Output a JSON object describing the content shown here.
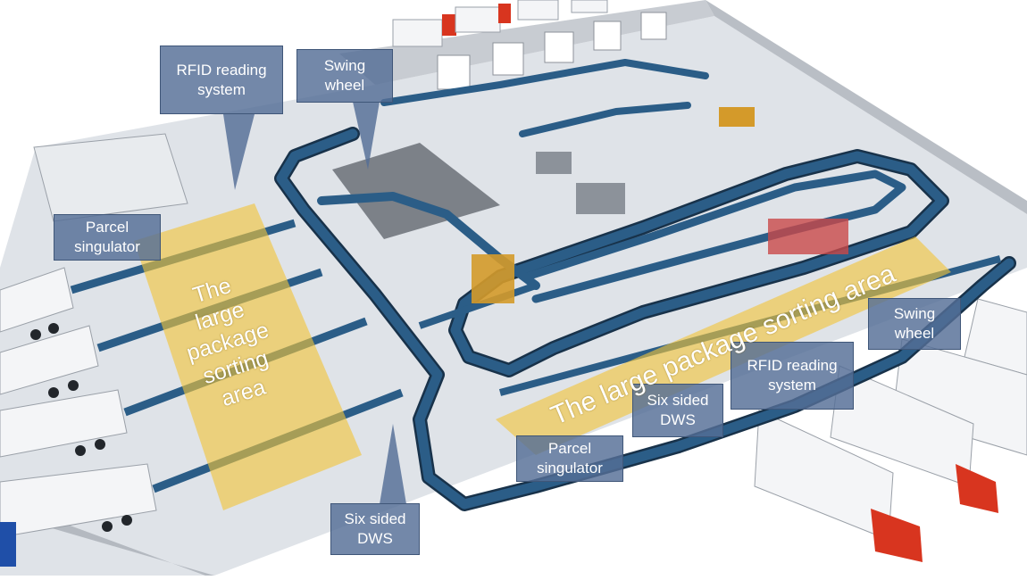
{
  "colors": {
    "background": "#ffffff",
    "floor": "#dfe3e8",
    "wall": "#c8ccd2",
    "conveyor": "#2b5d87",
    "conveyor_edge": "#18324a",
    "support": "#d49a2a",
    "highlight_area": "#f2c53a",
    "callout": "#546e96",
    "truck_body": "#f4f5f7",
    "truck_cab_red": "#d8351f",
    "truck_cab_blue": "#1f4fa8"
  },
  "callouts": {
    "rfid_top": "RFID reading\nsystem",
    "swing_top": "Swing\nwheel",
    "parcel_left": "Parcel\nsingulator",
    "dws_bottom": "Six sided\nDWS",
    "swing_right": "Swing\nwheel",
    "rfid_right": "RFID reading\nsystem",
    "dws_right": "Six sided\nDWS",
    "parcel_right": "Parcel\nsingulator"
  },
  "areas": {
    "left_area": "The\nlarge\npackage\nsorting\narea",
    "right_area": "The large package sorting area"
  }
}
